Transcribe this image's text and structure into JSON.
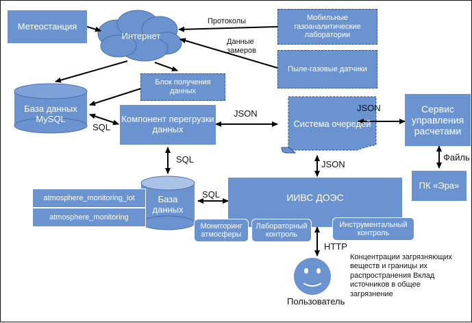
{
  "nodes": {
    "meteostation": "Метеостанция",
    "internet": "Интернет",
    "mobile_labs": "Мобильные газоаналитические лаборатории",
    "dust_gas_sensors": "Пыле-газовые датчики",
    "data_receiver": "Блок получения данных",
    "mysql_db": "База данных MySQL",
    "loader": "Компонент перегрузки данных",
    "queue": "Система очередей",
    "calc_service": "Сервис управления расчетами",
    "era_pc": "ПК «Эра»",
    "database": "База данных",
    "db_iot": "atmosphere_monitoring_iot",
    "db_monitoring": "atmosphere_monitoring",
    "iivs": "ИИВС ДОЭС",
    "atm_monitoring": "Мониторинг атмосферы",
    "lab_control": "Лабораторный контроль",
    "instr_control": "Инструментальный контроль",
    "user": "Пользователь"
  },
  "edge_labels": {
    "protocols": "Протоколы",
    "measurement_data": "Данные замеров",
    "sql_mysql": "SQL",
    "sql_loader": "SQL",
    "sql_db": "SQL",
    "json_loader": "JSON",
    "json_service": "JSON",
    "json_queue": "JSON",
    "file": "Файль",
    "http": "HTTP"
  },
  "user_outputs": "Концентрации загрязняющих веществ и границы их распространения Вклад источников в общее загрязнение",
  "colors": {
    "box_fill": "#6a93d0",
    "dashed_border": "#2f4f85",
    "cylinder_top": "#a9c2e6",
    "arrow": "#000000",
    "text_on_box": "#ffffff"
  }
}
